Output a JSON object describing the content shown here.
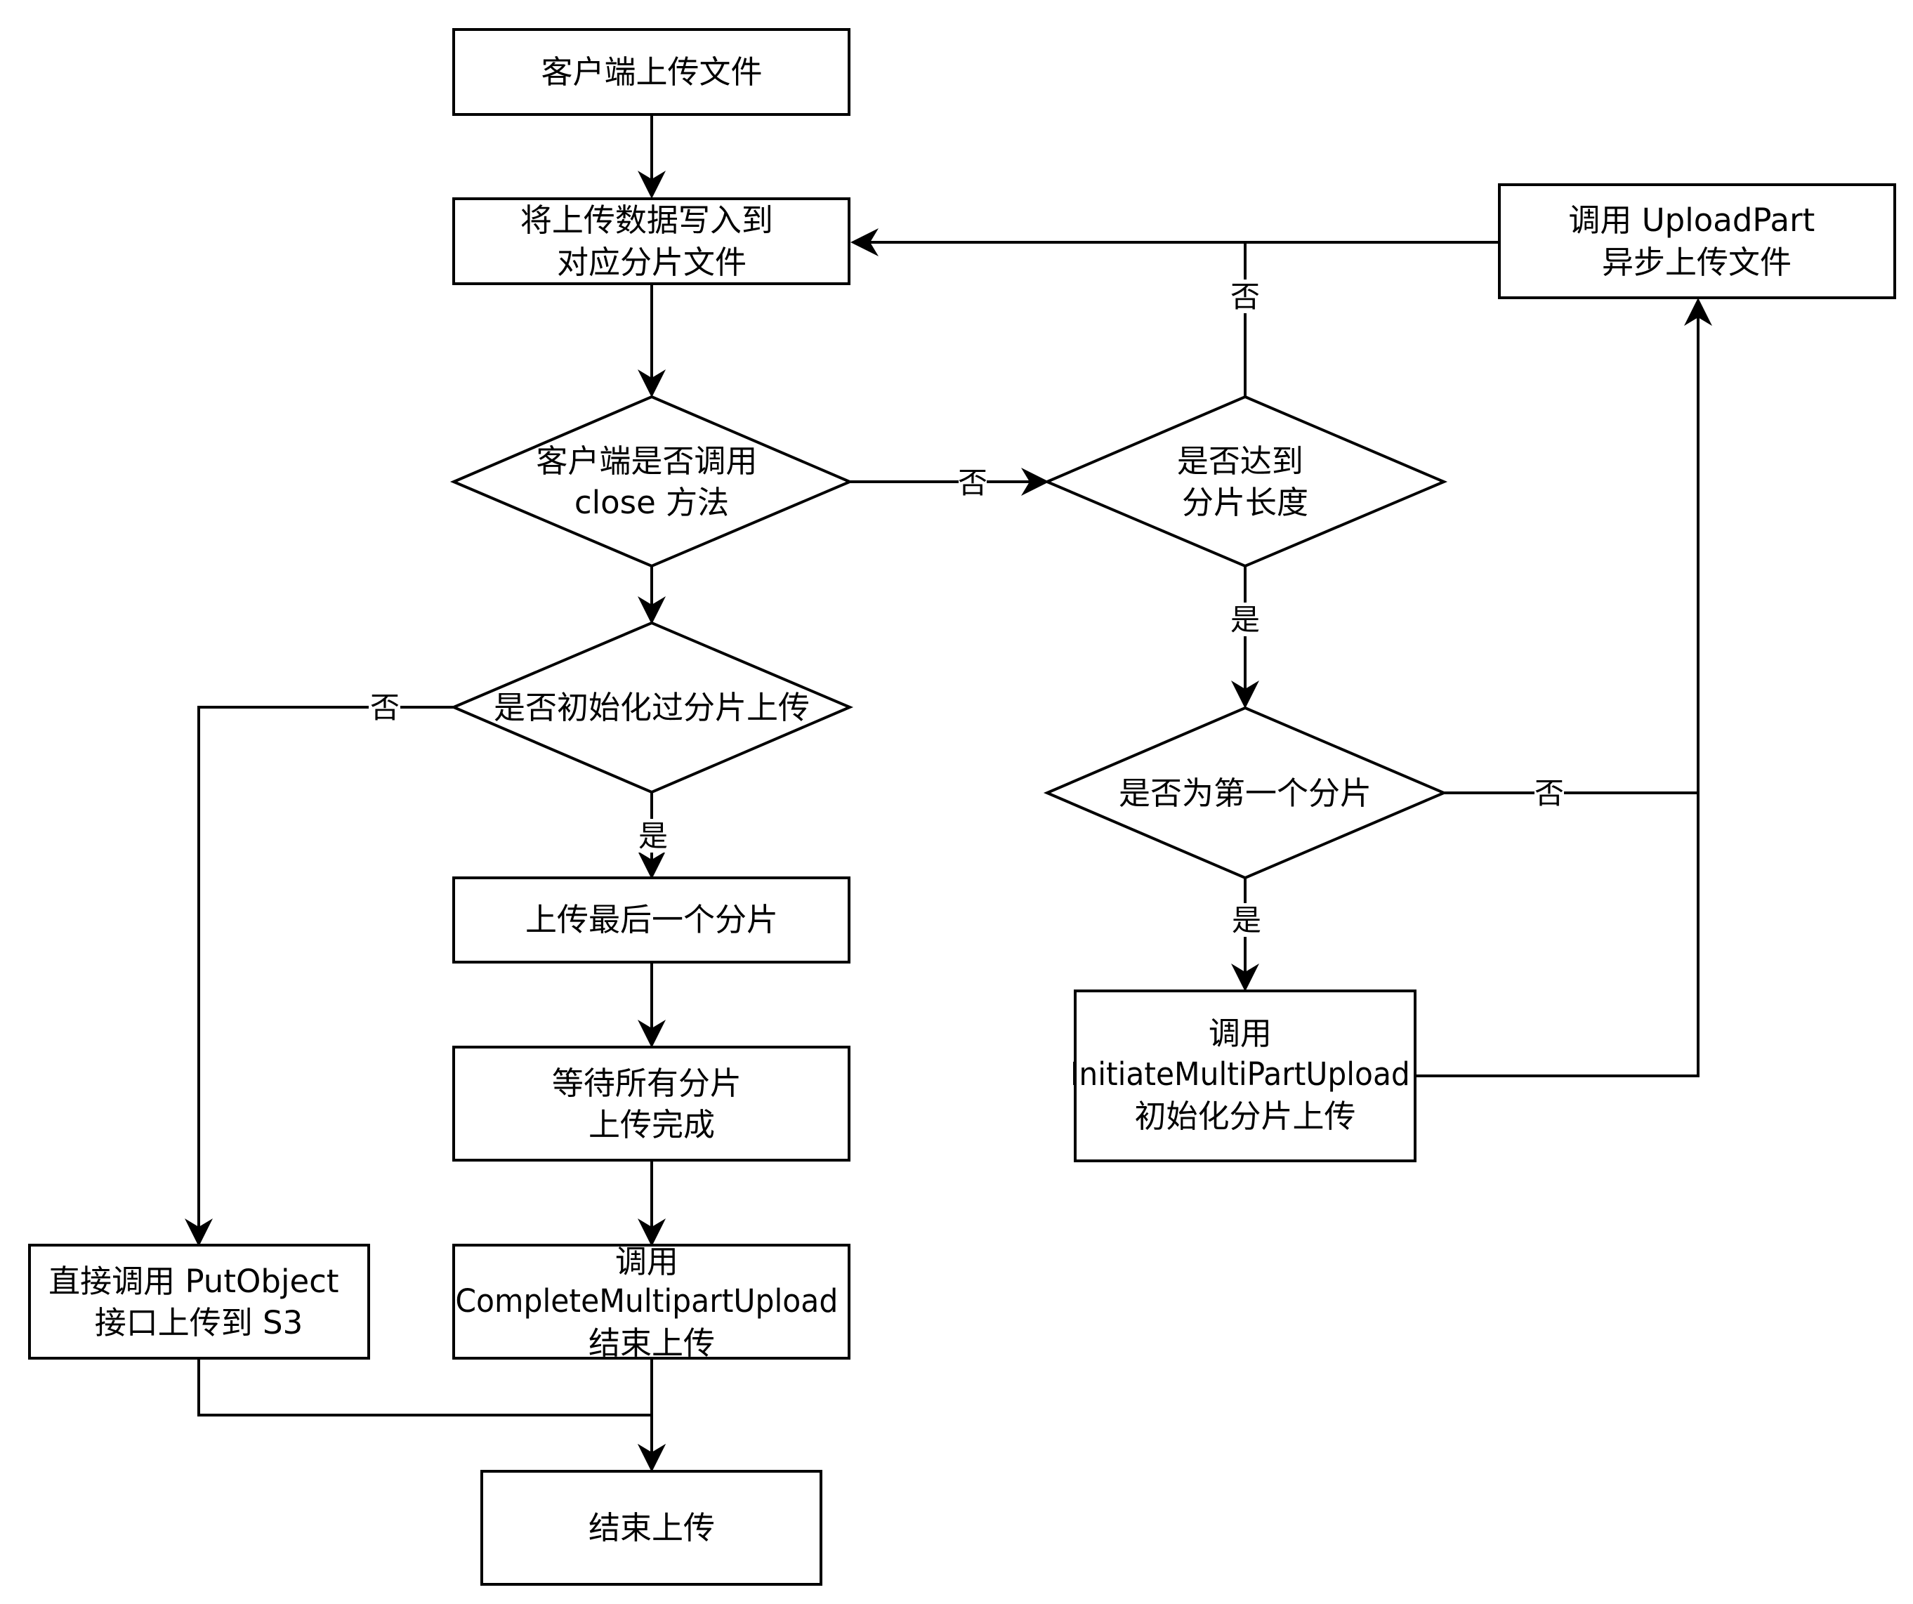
{
  "nodes": {
    "start": {
      "lines": [
        "客户端上传文件"
      ]
    },
    "write_part": {
      "lines": [
        "将上传数据写入到",
        "对应分片文件"
      ]
    },
    "is_closed": {
      "lines": [
        "客户端是否调用",
        "close 方法"
      ]
    },
    "is_initialized": {
      "lines": [
        "是否初始化过分片上传"
      ]
    },
    "upload_last": {
      "lines": [
        "上传最后一个分片"
      ]
    },
    "wait_all": {
      "lines": [
        "等待所有分片",
        "上传完成"
      ]
    },
    "complete": {
      "lines": [
        "调用",
        "CompleteMultipartUpload",
        "结束上传"
      ]
    },
    "put_object": {
      "lines": [
        "直接调用 PutObject",
        "接口上传到 S3"
      ]
    },
    "end": {
      "lines": [
        "结束上传"
      ]
    },
    "reached_size": {
      "lines": [
        "是否达到",
        "分片长度"
      ]
    },
    "is_first": {
      "lines": [
        "是否为第一个分片"
      ]
    },
    "initiate": {
      "lines": [
        "调用",
        "InitiateMultiPartUpload",
        "初始化分片上传"
      ]
    },
    "upload_part": {
      "lines": [
        "调用 UploadPart",
        "异步上传文件"
      ]
    }
  },
  "edge_labels": {
    "closed_no": "否",
    "init_no": "否",
    "init_yes": "是",
    "size_no": "否",
    "size_yes": "是",
    "first_no": "否",
    "first_yes": "是"
  }
}
